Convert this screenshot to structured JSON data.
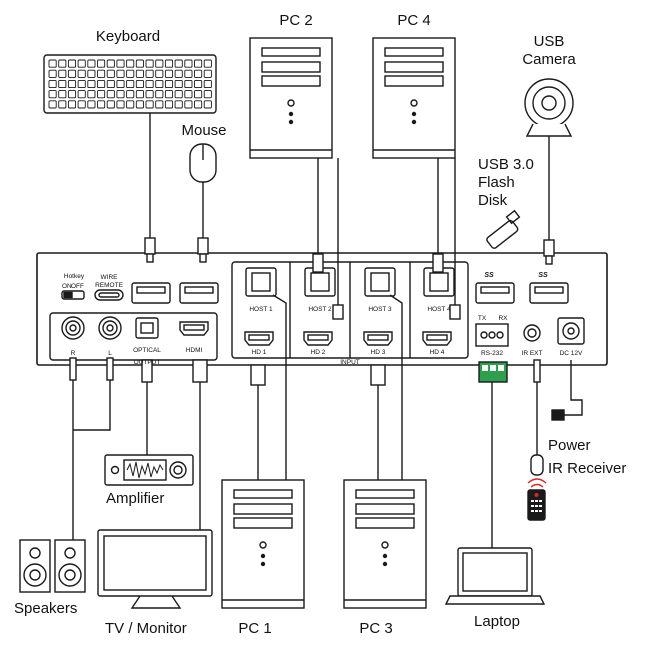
{
  "devices": {
    "keyboard": "Keyboard",
    "mouse": "Mouse",
    "pc2": "PC 2",
    "pc4": "PC 4",
    "usb_camera": "USB\nCamera",
    "usb_flash": "USB 3.0\nFlash\nDisk",
    "amplifier": "Amplifier",
    "speakers": "Speakers",
    "tv_monitor": "TV / Monitor",
    "pc1": "PC 1",
    "pc3": "PC 3",
    "laptop": "Laptop",
    "power": "Power",
    "ir_receiver": "IR Receiver"
  },
  "panel": {
    "hotkey": "Hotkey",
    "on": "ON",
    "off": "OFF",
    "wire": "WIRE",
    "remote": "REMOTE",
    "r": "R",
    "l": "L",
    "optical": "OPTICAL",
    "output": "OUTPUT",
    "hdmi": "HDMI",
    "host1": "HOST 1",
    "host2": "HOST 2",
    "host3": "HOST 3",
    "host4": "HOST 4",
    "hd1": "HD 1",
    "hd2": "HD 2",
    "hd3": "HD 3",
    "hd4": "HD 4",
    "input": "INPUT",
    "tx": "TX",
    "rx": "RX",
    "rs232": "RS-232",
    "ir_ext": "IR EXT",
    "dc12v": "DC 12V",
    "ss_logo_1": "SS",
    "ss_logo_2": "SS"
  },
  "colors": {
    "line": "#1a1a1a",
    "panel_fill": "#ffffff",
    "rs232_green": "#2e9e4f",
    "remote_red": "#d62828"
  }
}
